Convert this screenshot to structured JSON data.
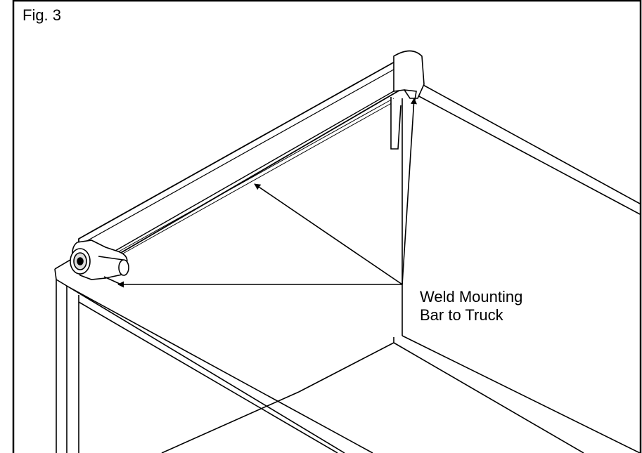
{
  "figure": {
    "label": "Fig. 3",
    "callout": {
      "line1": "Weld Mounting",
      "line2": "Bar to Truck"
    }
  },
  "colors": {
    "ink": "#000000",
    "background": "#ffffff",
    "highlight": "#e8e8e8"
  }
}
